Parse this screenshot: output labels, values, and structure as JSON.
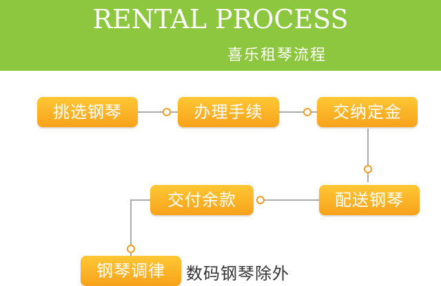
{
  "header": {
    "title_en": "RENTAL PROCESS",
    "title_zh": "喜乐租琴流程"
  },
  "steps": [
    {
      "label": "挑选钢琴"
    },
    {
      "label": "办理手续"
    },
    {
      "label": "交纳定金"
    },
    {
      "label": "配送钢琴"
    },
    {
      "label": "交付余款"
    },
    {
      "label": "钢琴调律"
    }
  ],
  "note": "数码钢琴除外",
  "colors": {
    "banner": "#8dc63f",
    "step_fill": "#f7a21b",
    "connector": "#aaaaaa",
    "node": "#f39a1e"
  }
}
